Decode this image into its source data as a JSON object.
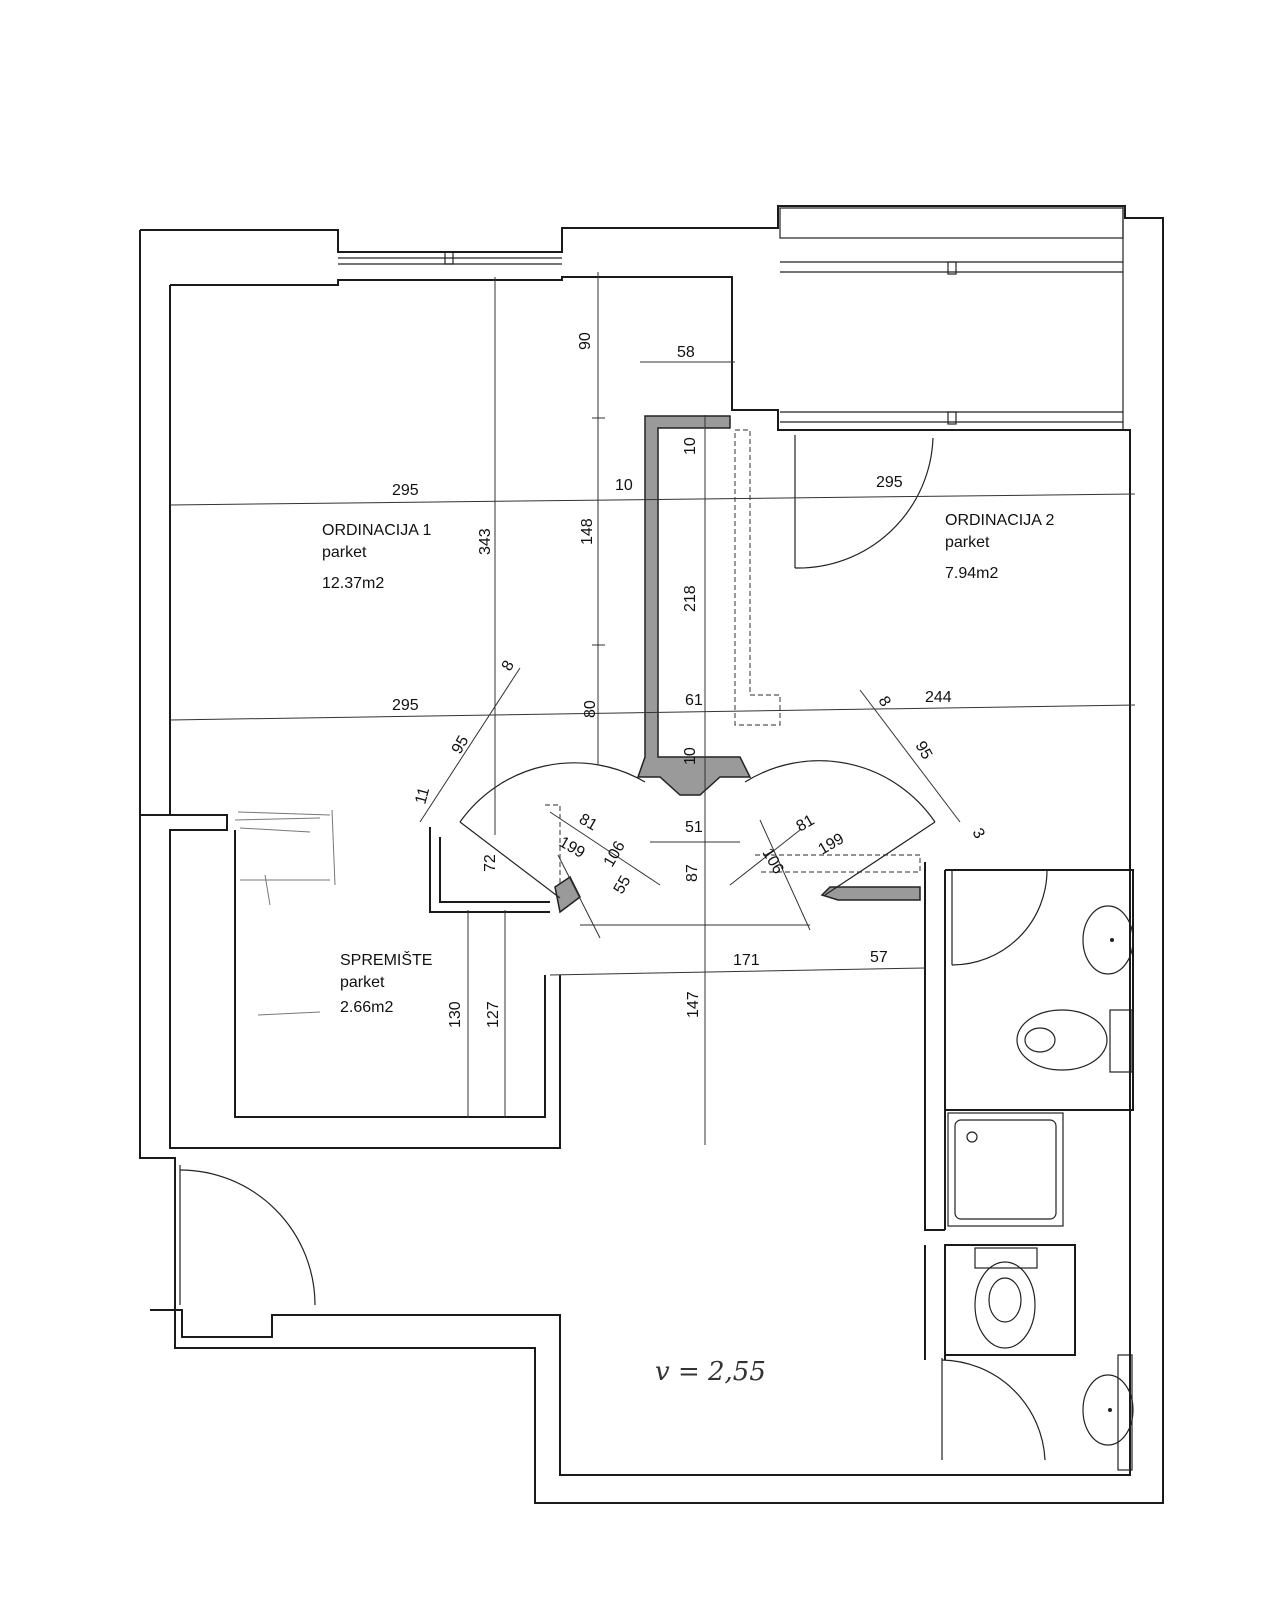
{
  "rooms": {
    "ordinacija1": {
      "name": "ORDINACIJA 1",
      "floor": "parket",
      "area": "12.37m2"
    },
    "ordinacija2": {
      "name": "ORDINACIJA 2",
      "floor": "parket",
      "area": "7.94m2"
    },
    "spremiste": {
      "name": "SPREMIŠTE",
      "floor": "parket",
      "area": "2.66m2"
    }
  },
  "dimensions": {
    "d_90": "90",
    "d_58": "58",
    "d_10a": "10",
    "d_10b": "10",
    "d_295a": "295",
    "d_295b": "295",
    "d_343": "343",
    "d_148": "148",
    "d_218": "218",
    "d_295c": "295",
    "d_80": "80",
    "d_61": "61",
    "d_244": "244",
    "d_8a": "8",
    "d_8b": "8",
    "d_95a": "95",
    "d_95b": "95",
    "d_10c": "10",
    "d_11": "11",
    "d_81a": "81",
    "d_199a": "199",
    "d_106a": "106",
    "d_55": "55",
    "d_51": "51",
    "d_81b": "81",
    "d_199b": "199",
    "d_106b": "106",
    "d_3": "3",
    "d_72": "72",
    "d_87": "87",
    "d_171": "171",
    "d_57": "57",
    "d_130": "130",
    "d_127": "127",
    "d_147": "147"
  },
  "note": "v = 2,55"
}
